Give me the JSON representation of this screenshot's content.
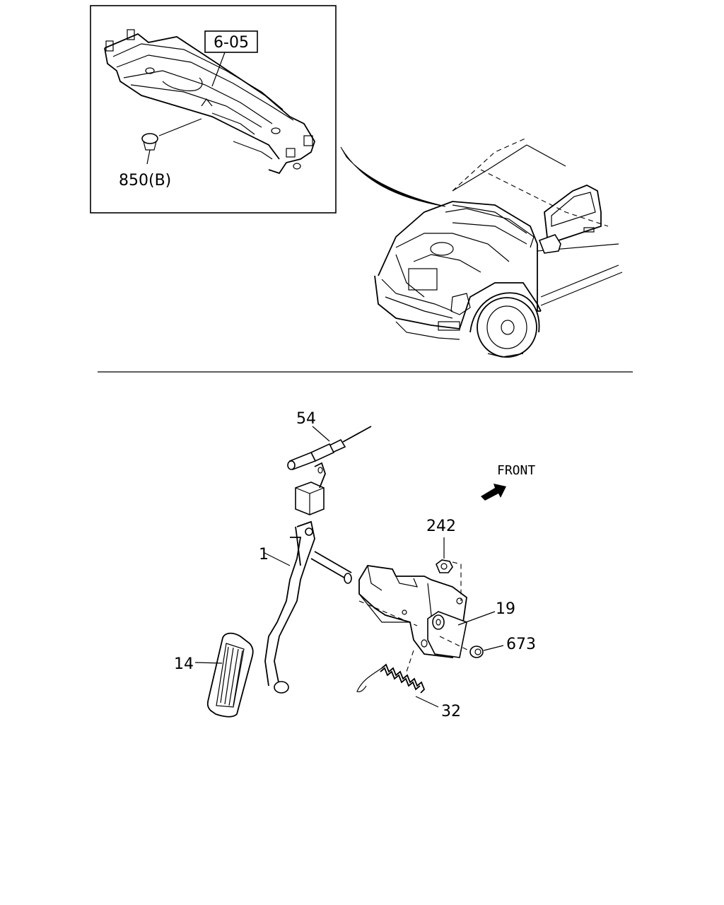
{
  "inset": {
    "ref_label": "6-05",
    "clip_label": "850(B)"
  },
  "direction": {
    "label": "FRONT"
  },
  "callouts": {
    "c54": "54",
    "c242": "242",
    "c1": "1",
    "c19": "19",
    "c673": "673",
    "c14": "14",
    "c32": "32"
  }
}
